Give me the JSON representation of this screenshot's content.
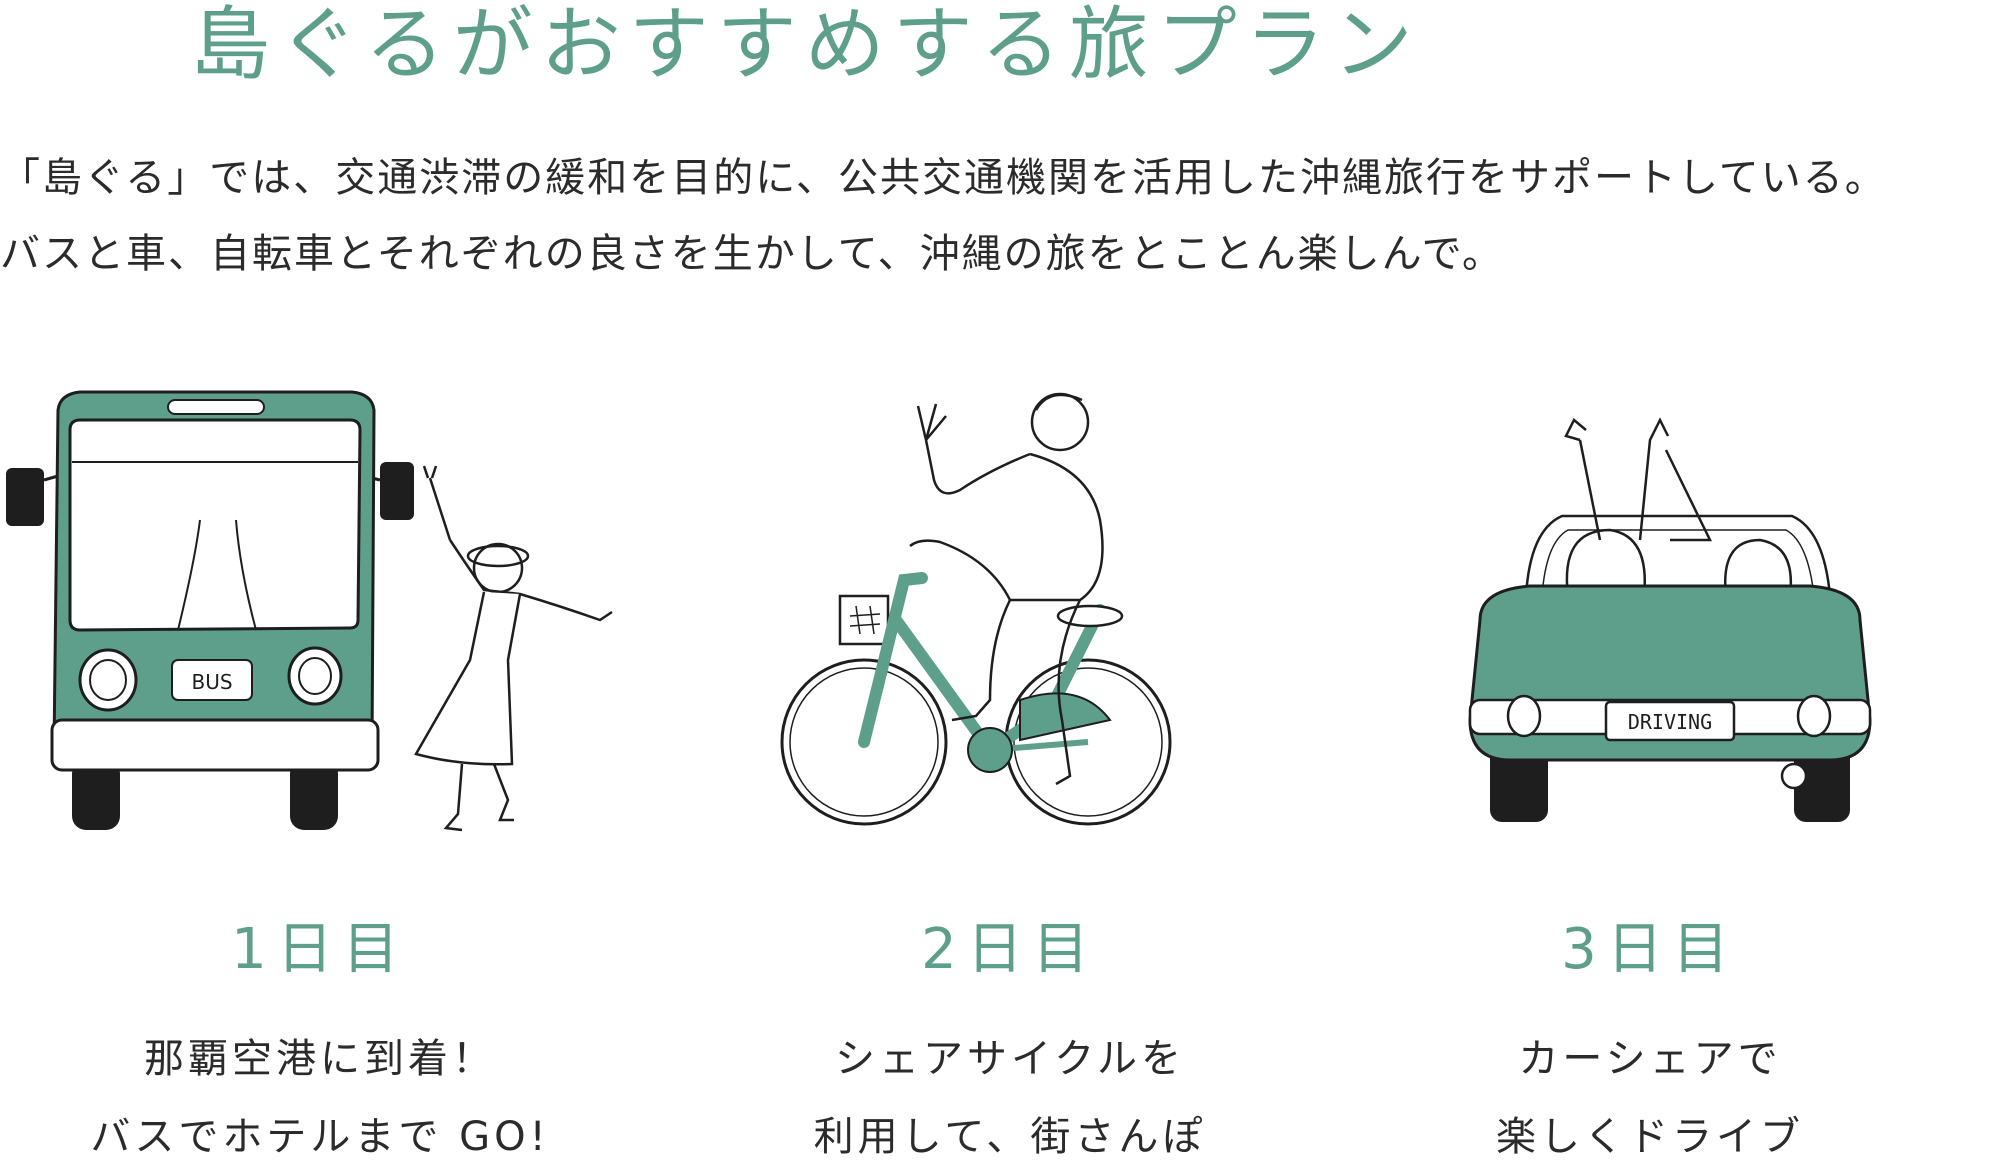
{
  "header": {
    "title": "島ぐるがおすすめする旅プラン"
  },
  "intro": {
    "line1": "「島ぐる」では、交通渋滞の緩和を目的に、公共交通機関を活用した沖縄旅行をサポートしている。",
    "line2": "バスと車、自転車とそれぞれの良さを生かして、沖縄の旅をとことん楽しんで。"
  },
  "plans": [
    {
      "day": "1日目",
      "line1": "那覇空港に到着！",
      "line2": "バスでホテルまで GO!",
      "sign": "BUS",
      "icon": "bus-illustration"
    },
    {
      "day": "2日目",
      "line1": "シェアサイクルを",
      "line2": "利用して、街さんぽ",
      "icon": "bicycle-illustration"
    },
    {
      "day": "3日目",
      "line1": "カーシェアで",
      "line2": "楽しくドライブ",
      "sign": "DRIVING",
      "icon": "car-illustration"
    }
  ],
  "colors": {
    "accent": "#5e9f8b",
    "text": "#2b2b2b",
    "ink": "#1e1e1e"
  }
}
